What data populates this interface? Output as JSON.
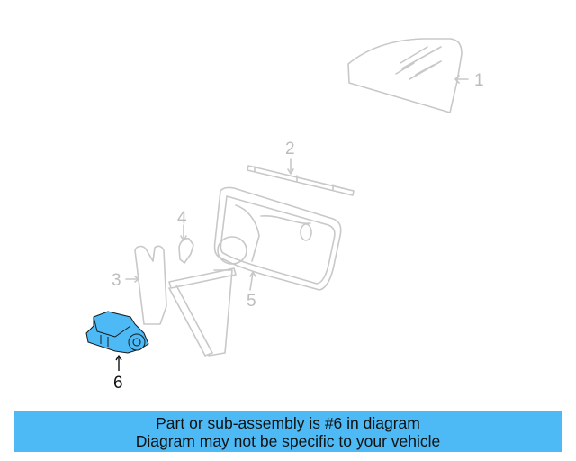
{
  "diagram": {
    "highlighted_part": "6",
    "highlight_color": "#4dbaf5",
    "line_color": "#c8c8c8",
    "parts": [
      {
        "number": "1",
        "name": "door-glass"
      },
      {
        "number": "2",
        "name": "glass-run-channel"
      },
      {
        "number": "3",
        "name": "window-regulator"
      },
      {
        "number": "4",
        "name": "bracket"
      },
      {
        "number": "5",
        "name": "door-inner-panel"
      },
      {
        "number": "6",
        "name": "window-motor"
      }
    ]
  },
  "banner": {
    "line1": "Part or sub-assembly is #6 in diagram",
    "line2": "Diagram may not be specific to your vehicle"
  }
}
